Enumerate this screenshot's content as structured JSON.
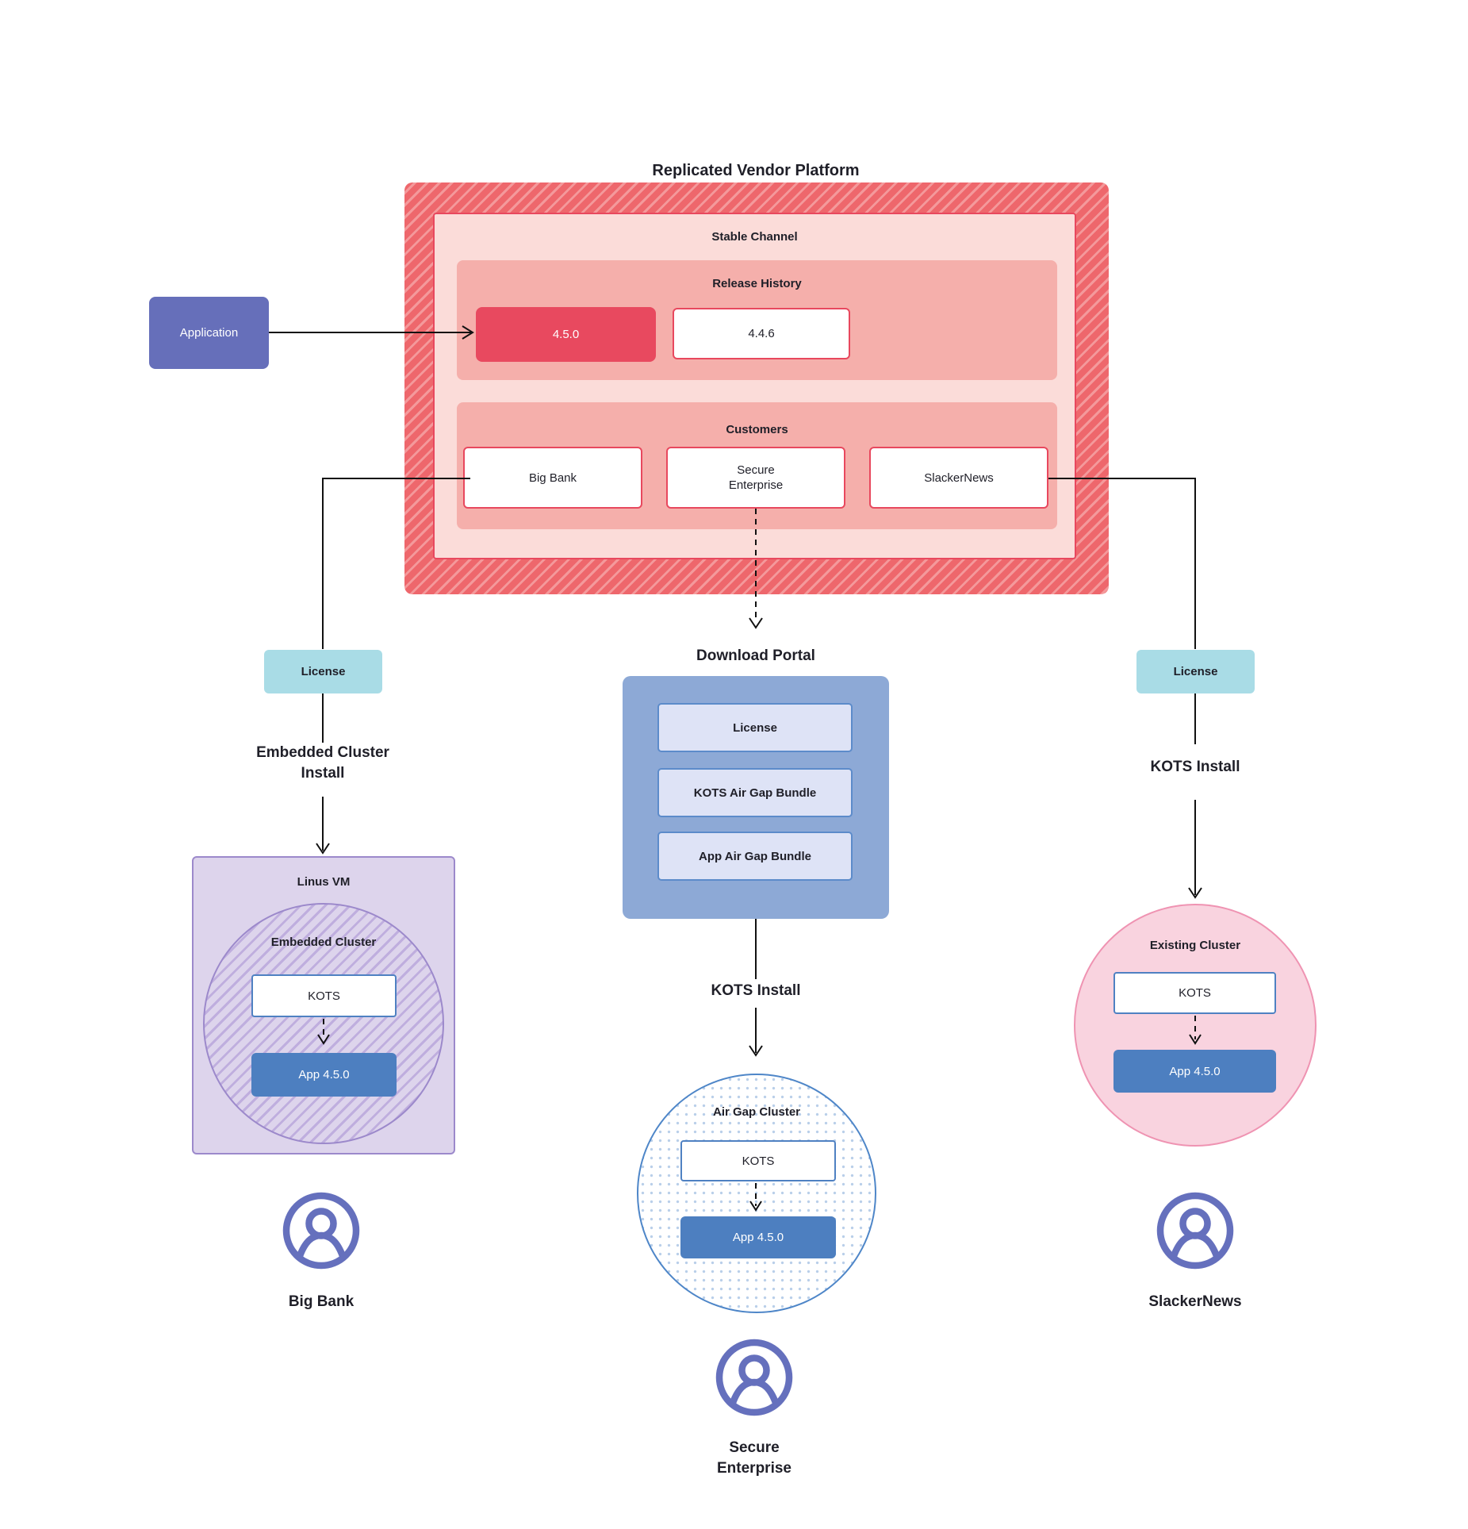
{
  "title": "Replicated Vendor Platform",
  "colors": {
    "red_base": "#ee676c",
    "red_stripe": "#f4999b",
    "channel_bg": "#fbdcd9",
    "channel_border": "#e8485e",
    "band_bg": "#f5afab",
    "release_current": "#e8495f",
    "white_box_border": "#e8485e",
    "application_bg": "#666fba",
    "license_bg": "#a9dce6",
    "portal_bg": "#8da9d6",
    "portal_item_bg": "#dee3f6",
    "portal_item_border": "#5c8bca",
    "vm_bg": "#ddd4ec",
    "vm_border": "#9c89cb",
    "vm_stripe": "#bfaede",
    "kots_border": "#4f81c2",
    "app_bg": "#4d7fc0",
    "airgap_border": "#4e86c8",
    "airgap_dot": "#b9cfe9",
    "existing_bg": "#f9d3df",
    "existing_border": "#ef93b2",
    "person": "#6570bd",
    "ink": "#1f1f28",
    "line": "#111111"
  },
  "application": {
    "label": "Application"
  },
  "platform": {
    "stable_channel": {
      "label": "Stable Channel",
      "release_history": {
        "label": "Release History",
        "releases": [
          {
            "version": "4.5.0",
            "current": true
          },
          {
            "version": "4.4.6",
            "current": false
          }
        ]
      },
      "customers": {
        "label": "Customers",
        "items": [
          "Big Bank",
          "Secure\nEnterprise",
          "SlackerNews"
        ]
      }
    }
  },
  "download_portal": {
    "title": "Download Portal",
    "items": [
      "License",
      "KOTS Air Gap Bundle",
      "App Air Gap Bundle"
    ]
  },
  "flows": {
    "left": {
      "license_label": "License",
      "install_label": "Embedded Cluster\nInstall"
    },
    "middle": {
      "install_label": "KOTS Install"
    },
    "right": {
      "license_label": "License",
      "install_label": "KOTS Install"
    }
  },
  "clusters": {
    "embedded": {
      "vm_label": "Linus VM",
      "cluster_label": "Embedded Cluster",
      "kots_label": "KOTS",
      "app_label": "App 4.5.0"
    },
    "airgap": {
      "cluster_label": "Air Gap Cluster",
      "kots_label": "KOTS",
      "app_label": "App 4.5.0"
    },
    "existing": {
      "cluster_label": "Existing Cluster",
      "kots_label": "KOTS",
      "app_label": "App 4.5.0"
    }
  },
  "users": {
    "left": "Big Bank",
    "middle": "Secure\nEnterprise",
    "right": "SlackerNews"
  }
}
